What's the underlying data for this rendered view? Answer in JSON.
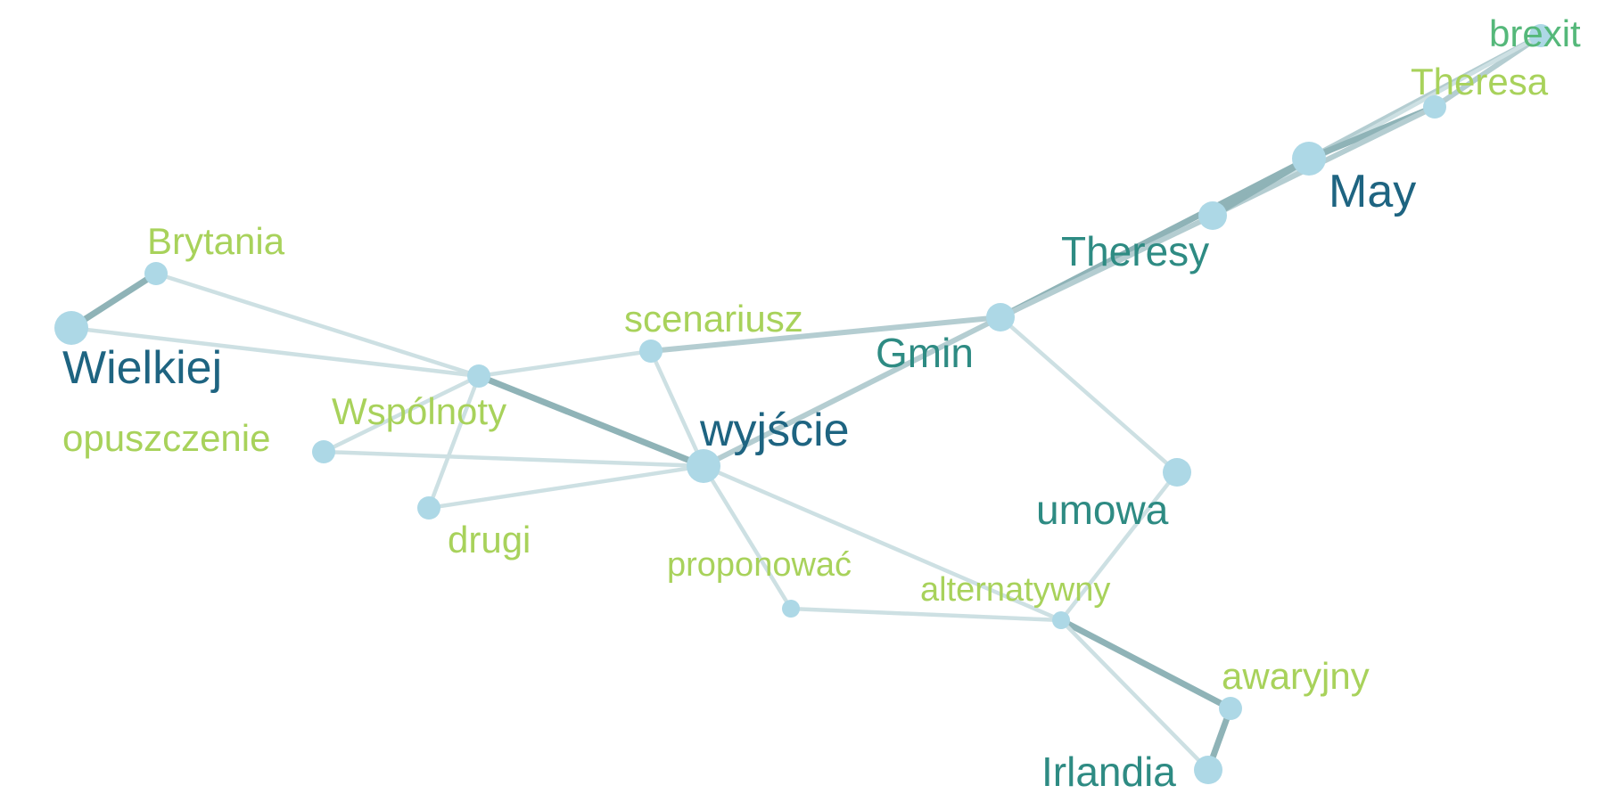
{
  "colors": {
    "node": "#add8e6",
    "edge_light": "#cde0e3",
    "edge_mid": "#b4cdd1",
    "edge_dark": "#8fb3b7",
    "label_dark": "#1e6481",
    "label_teal": "#2e8b83",
    "label_green": "#55b87a",
    "label_lime": "#a8d25b"
  },
  "nodes": [
    {
      "id": "brexit",
      "label": "brexit",
      "weight": 2,
      "color": "label_green"
    },
    {
      "id": "theresa",
      "label": "Theresa",
      "weight": 2,
      "color": "label_lime"
    },
    {
      "id": "may",
      "label": "May",
      "weight": 4,
      "color": "label_dark"
    },
    {
      "id": "theresy",
      "label": "Theresy",
      "weight": 3,
      "color": "label_teal"
    },
    {
      "id": "gmin",
      "label": "Gmin",
      "weight": 3,
      "color": "label_teal"
    },
    {
      "id": "brytania",
      "label": "Brytania",
      "weight": 2,
      "color": "label_lime"
    },
    {
      "id": "wielkiej",
      "label": "Wielkiej",
      "weight": 4,
      "color": "label_dark"
    },
    {
      "id": "scenariusz",
      "label": "scenariusz",
      "weight": 2,
      "color": "label_lime"
    },
    {
      "id": "wspolnoty",
      "label": "Wspólnoty",
      "weight": 2,
      "color": "label_lime"
    },
    {
      "id": "opuszczenie",
      "label": "opuszczenie",
      "weight": 2,
      "color": "label_lime"
    },
    {
      "id": "wyjscie",
      "label": "wyjście",
      "weight": 4,
      "color": "label_dark"
    },
    {
      "id": "drugi",
      "label": "drugi",
      "weight": 2,
      "color": "label_lime"
    },
    {
      "id": "umowa",
      "label": "umowa",
      "weight": 3,
      "color": "label_teal"
    },
    {
      "id": "proponowac",
      "label": "proponować",
      "weight": 1,
      "color": "label_lime"
    },
    {
      "id": "alternatywny",
      "label": "alternatywny",
      "weight": 1,
      "color": "label_lime"
    },
    {
      "id": "awaryjny",
      "label": "awaryjny",
      "weight": 2,
      "color": "label_lime"
    },
    {
      "id": "irlandia",
      "label": "Irlandia",
      "weight": 3,
      "color": "label_teal"
    }
  ],
  "edges": [
    {
      "source": "brexit",
      "target": "theresa",
      "strength": 2
    },
    {
      "source": "brexit",
      "target": "may",
      "strength": 2
    },
    {
      "source": "brexit",
      "target": "theresy",
      "strength": 1
    },
    {
      "source": "theresa",
      "target": "may",
      "strength": 3
    },
    {
      "source": "theresa",
      "target": "theresy",
      "strength": 2
    },
    {
      "source": "may",
      "target": "theresy",
      "strength": 3
    },
    {
      "source": "may",
      "target": "gmin",
      "strength": 3
    },
    {
      "source": "theresy",
      "target": "gmin",
      "strength": 2
    },
    {
      "source": "gmin",
      "target": "scenariusz",
      "strength": 2
    },
    {
      "source": "gmin",
      "target": "wyjscie",
      "strength": 2
    },
    {
      "source": "gmin",
      "target": "umowa",
      "strength": 1
    },
    {
      "source": "brytania",
      "target": "wielkiej",
      "strength": 3
    },
    {
      "source": "brytania",
      "target": "wspolnoty",
      "strength": 1
    },
    {
      "source": "wielkiej",
      "target": "wspolnoty",
      "strength": 1
    },
    {
      "source": "wspolnoty",
      "target": "scenariusz",
      "strength": 1
    },
    {
      "source": "wspolnoty",
      "target": "wyjscie",
      "strength": 3
    },
    {
      "source": "wspolnoty",
      "target": "opuszczenie",
      "strength": 1
    },
    {
      "source": "wspolnoty",
      "target": "drugi",
      "strength": 1
    },
    {
      "source": "scenariusz",
      "target": "wyjscie",
      "strength": 1
    },
    {
      "source": "opuszczenie",
      "target": "wyjscie",
      "strength": 1
    },
    {
      "source": "drugi",
      "target": "wyjscie",
      "strength": 1
    },
    {
      "source": "wyjscie",
      "target": "proponowac",
      "strength": 1
    },
    {
      "source": "wyjscie",
      "target": "alternatywny",
      "strength": 1
    },
    {
      "source": "proponowac",
      "target": "alternatywny",
      "strength": 1
    },
    {
      "source": "alternatywny",
      "target": "umowa",
      "strength": 1
    },
    {
      "source": "alternatywny",
      "target": "awaryjny",
      "strength": 3
    },
    {
      "source": "alternatywny",
      "target": "irlandia",
      "strength": 1
    },
    {
      "source": "awaryjny",
      "target": "irlandia",
      "strength": 3
    }
  ]
}
